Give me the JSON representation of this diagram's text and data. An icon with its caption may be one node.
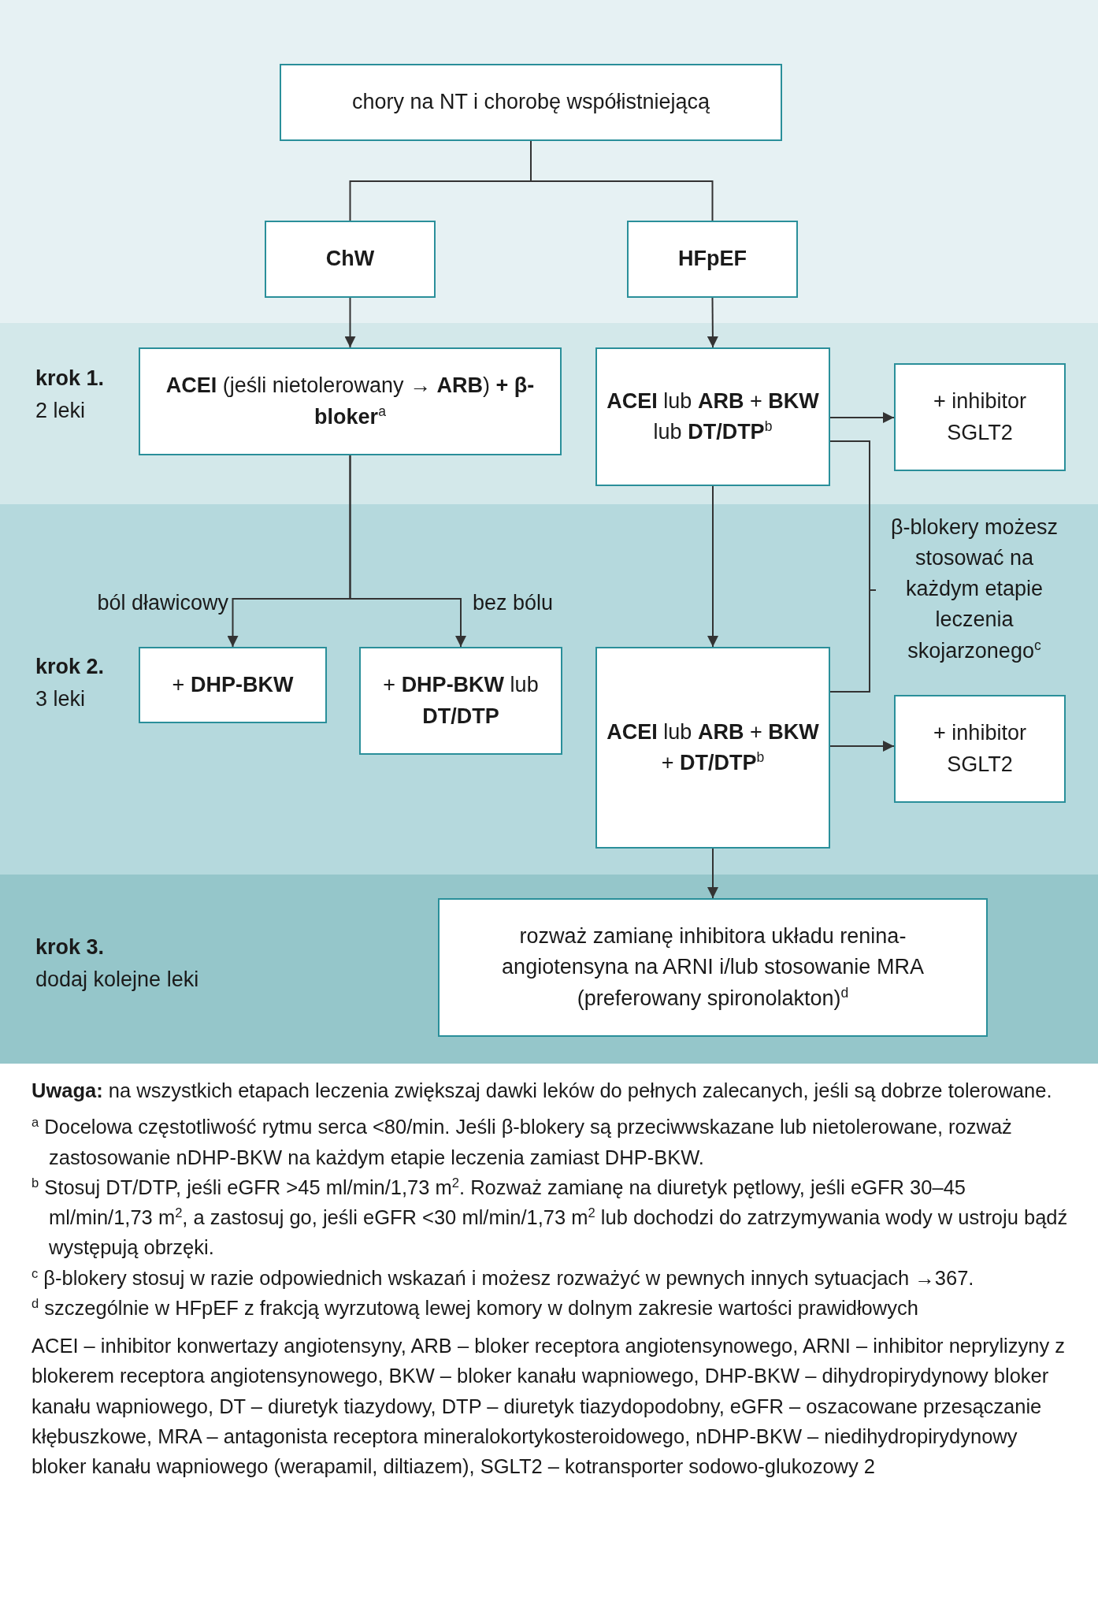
{
  "diagram": {
    "nodes": [
      {
        "text": [
          "chory na NT i chorobę współistniejącą"
        ]
      },
      {
        "text": [
          "ChW"
        ]
      },
      {
        "text": [
          "HFpEF"
        ]
      },
      {
        "text": [
          "krok 1.",
          "2 leki"
        ]
      },
      {
        "text": [
          "**ACEI** (jeśli nietolerowany → **ARB**) **+ β-bloker**$^{a}$"
        ],
        "in": 3
      },
      {
        "text": [
          "**ACEI** lub **ARB** + **BKW** lub **DT/DTP**$^{b}$"
        ],
        "in": 3
      },
      {
        "text": [
          "+ inhibitor SGLT2"
        ],
        "in": 3
      },
      {
        "text": [
          "krok 2.",
          "3 leki"
        ]
      },
      {
        "text": [
          "β-blokery możesz stosować na każdym etapie leczenia skojarzonego$^{c}$"
        ],
        "in": 7
      },
      {
        "text": [
          "+ **DHP-BKW**"
        ],
        "in": 7
      },
      {
        "text": [
          "+ **DHP-BKW** lub **DT/DTP**"
        ],
        "in": 7
      },
      {
        "text": [
          "**ACEI** lub **ARB** + **BKW** + **DT/DTP**$^{b}$"
        ],
        "in": 7
      },
      {
        "text": [
          "+ inhibitor SGLT2"
        ],
        "in": 7
      },
      {
        "text": [
          "krok 3.",
          "dodaj kolejne leki"
        ]
      },
      {
        "text": [
          "rozważ zamianę inhibitora układu renina-angiotensyna na ARNI i/lub stosowanie MRA (preferowany spironolakton)$^{d}$"
        ],
        "in": 13
      }
    ],
    "edges": [
      {
        "from": 0,
        "to": 1,
        "arrow": "none"
      },
      {
        "from": 0,
        "to": 2,
        "arrow": "none"
      },
      {
        "from": 1,
        "to": 4,
        "arrow": "to"
      },
      {
        "from": 2,
        "to": 5,
        "arrow": "to"
      },
      {
        "from": 5,
        "to": 6,
        "arrow": "to"
      },
      {
        "from": 4,
        "to": 9,
        "arrow": "to",
        "label": "ból dławicowy"
      },
      {
        "from": 4,
        "to": 10,
        "arrow": "to",
        "label": "bez bólu"
      },
      {
        "from": 5,
        "to": 11,
        "arrow": "to"
      },
      {
        "from": 11,
        "to": 12,
        "arrow": "to"
      },
      {
        "from": 5,
        "to": 8,
        "arrow": "none"
      },
      {
        "from": 11,
        "to": 8,
        "arrow": "none"
      },
      {
        "from": 11,
        "to": 14,
        "arrow": "to"
      }
    ],
    "labels": [
      "**Uwaga:** na wszystkich etapach leczenia zwiększaj dawki leków do pełnych zalecanych, jeśli są dobrze tolerowane.",
      "$^{a}$ Docelowa częstotliwość rytmu serca <80/min. Jeśli β-blokery są przeciwwskazane lub nietolerowane, rozważ zastosowanie nDHP-BKW na każdym etapie leczenia zamiast DHP-BKW.",
      "$^{b}$ Stosuj DT/DTP, jeśli eGFR >45 ml/min/1,73 m$^{2}$. Rozważ zamianę na diuretyk pętlowy, jeśli eGFR 30–45 ml/min/1,73 m$^{2}$, a zastosuj go, jeśli eGFR <30 ml/min/1,73 m$^{2}$ lub dochodzi do zatrzymywania wody w ustroju bądź występują obrzęki.",
      "$^{c}$ β-blokery stosuj w razie odpowiednich wskazań i możesz rozważyć w pewnych innych sytuacjach →367.",
      "$^{d}$ szczególnie w HFpEF z frakcją wyrzutową lewej komory w dolnym zakresie wartości prawidłowych",
      "ACEI – inhibitor konwertazy angiotensyny, ARB – bloker receptora angiotensynowego, ARNI – inhibitor neprylizyny z blokerem receptora angiotensynowego, BKW – bloker kanału wapniowego, DHP-BKW – dihydropirydynowy bloker kanału wapniowego, DT – diuretyk tiazydowy, DTP – diuretyk tiazydopodobny, eGFR – oszacowane przesączanie kłębuszkowe, MRA – antagonista receptora mineralokortykosteroidowego, nDHP-BKW – niedihydropirydynowy bloker kanału wapniowego (werapamil, diltiazem), SGLT2 – kotransporter sodowo-glukozowy 2"
    ]
  }
}
